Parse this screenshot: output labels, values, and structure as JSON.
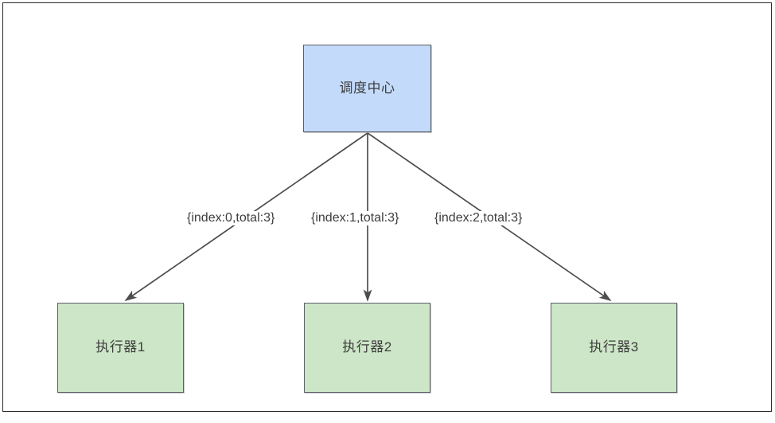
{
  "diagram": {
    "title": "xxl-job scheduling sharding broadcast diagram",
    "colors": {
      "scheduler_fill": "#c3dafa",
      "executor_fill": "#cde6c7",
      "node_stroke": "#5b6066",
      "edge_stroke": "#4d4d4d",
      "text": "#3d3d3d",
      "frame_border": "#2b2b2b",
      "background": "#ffffff"
    },
    "nodes": [
      {
        "id": "scheduler",
        "label": "调度中心",
        "type": "scheduler"
      },
      {
        "id": "executor-1",
        "label": "执行器1",
        "type": "executor"
      },
      {
        "id": "executor-2",
        "label": "执行器2",
        "type": "executor"
      },
      {
        "id": "executor-3",
        "label": "执行器3",
        "type": "executor"
      }
    ],
    "edges": [
      {
        "id": "edge-0",
        "from": "scheduler",
        "to": "executor-1",
        "label": "{index:0,total:3}"
      },
      {
        "id": "edge-1",
        "from": "scheduler",
        "to": "executor-2",
        "label": "{index:1,total:3}"
      },
      {
        "id": "edge-2",
        "from": "scheduler",
        "to": "executor-3",
        "label": "{index:2,total:3}"
      }
    ]
  }
}
